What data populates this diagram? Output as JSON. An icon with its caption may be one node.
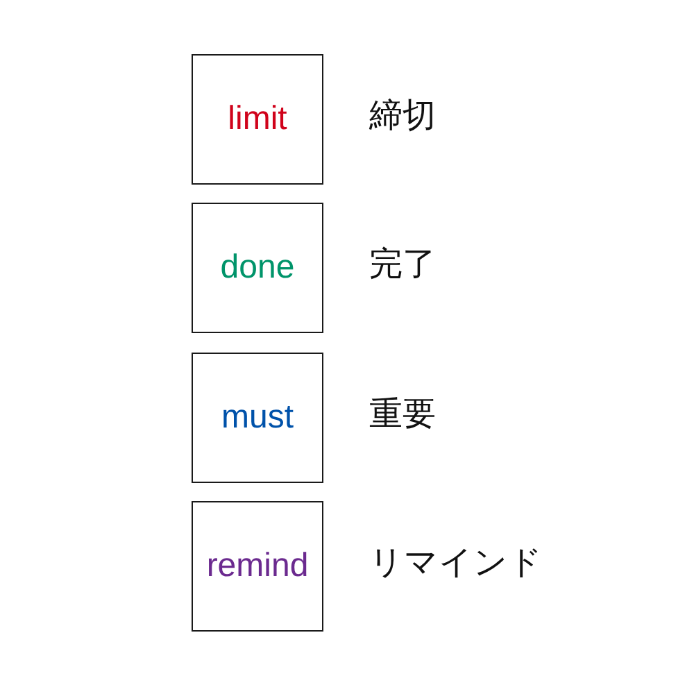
{
  "diagram": {
    "nodes": [
      {
        "text": [
          "limit"
        ],
        "beside": [
          "締切"
        ]
      },
      {
        "text": [
          "done"
        ],
        "beside": [
          "完了"
        ]
      },
      {
        "text": [
          "must"
        ],
        "beside": [
          "重要"
        ]
      },
      {
        "text": [
          "remind"
        ],
        "beside": [
          "リマインド"
        ]
      }
    ]
  }
}
